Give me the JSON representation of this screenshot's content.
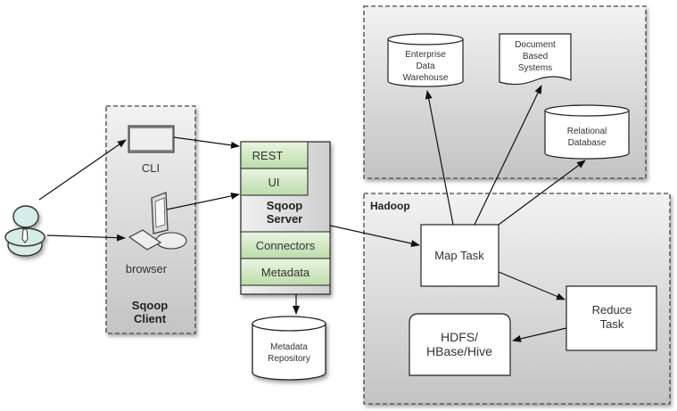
{
  "actor": {
    "icon": "user-icon"
  },
  "client": {
    "title_line1": "Sqoop",
    "title_line2": "Client",
    "cli_label": "CLI",
    "browser_label": "browser"
  },
  "server": {
    "rest": "REST",
    "ui": "UI",
    "title_line1": "Sqoop",
    "title_line2": "Server",
    "connectors": "Connectors",
    "metadata": "Metadata"
  },
  "metadata_repo": {
    "line1": "Metadata",
    "line2": "Repository"
  },
  "external": {
    "edw": {
      "line1": "Enterprise",
      "line2": "Data",
      "line3": "Warehouse"
    },
    "docs": {
      "line1": "Document",
      "line2": "Based",
      "line3": "Systems"
    },
    "rdb": {
      "line1": "Relational",
      "line2": "Database"
    }
  },
  "hadoop": {
    "title": "Hadoop",
    "map_task": "Map Task",
    "reduce_line1": "Reduce",
    "reduce_line2": "Task",
    "hdfs_line1": "HDFS/",
    "hdfs_line2": "HBase/Hive"
  }
}
